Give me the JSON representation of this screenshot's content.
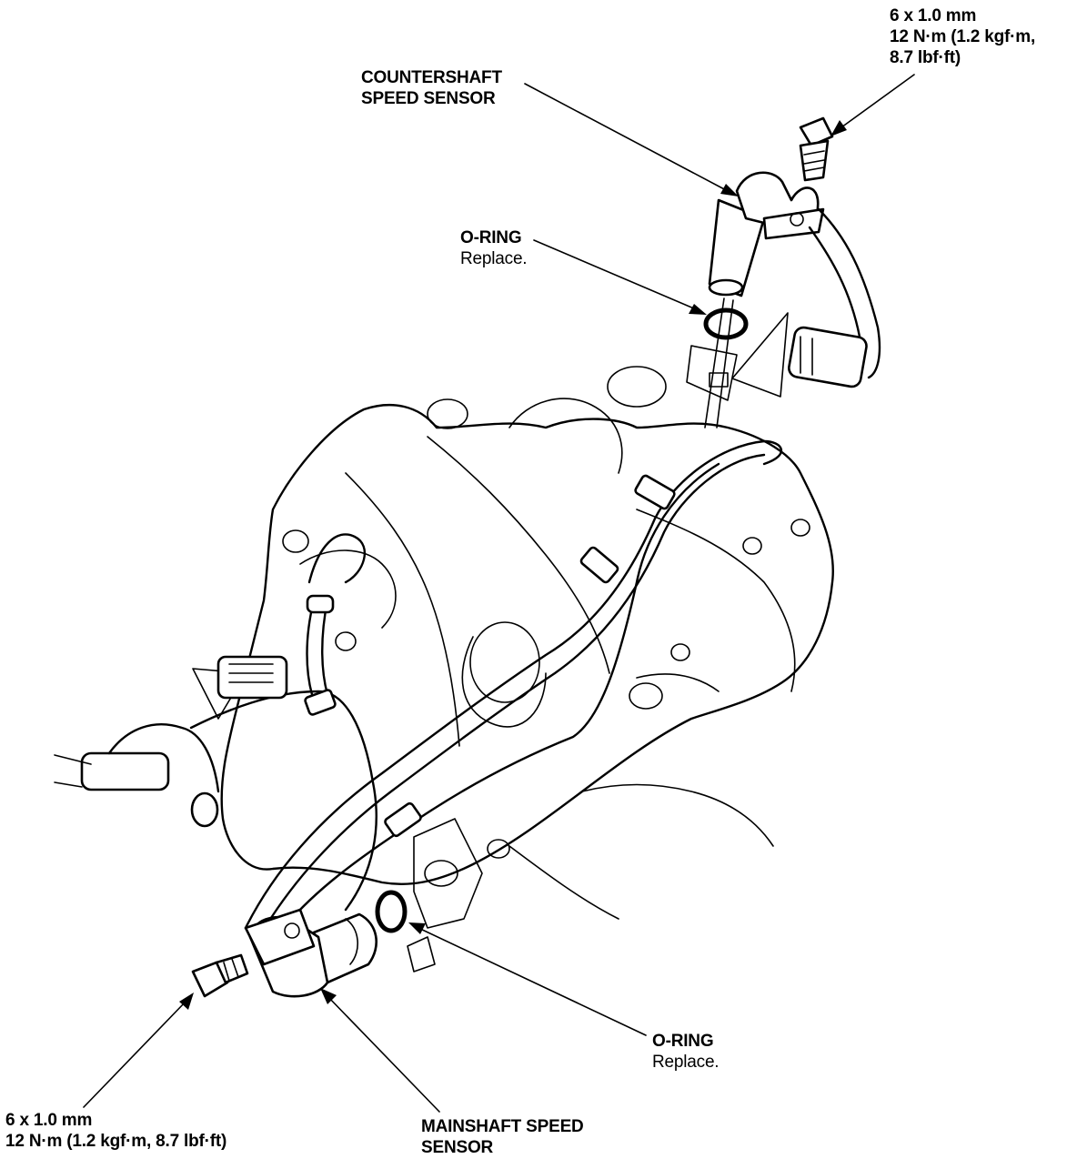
{
  "labels": {
    "top_bolt": {
      "line1": "6 x 1.0 mm",
      "line2": "12 N·m (1.2 kgf·m,",
      "line3": "8.7 lbf·ft)"
    },
    "countershaft": {
      "line1": "COUNTERSHAFT",
      "line2": "SPEED SENSOR"
    },
    "oring_top": {
      "title": "O-RING",
      "note": "Replace."
    },
    "oring_bottom": {
      "title": "O-RING",
      "note": "Replace."
    },
    "bottom_bolt": {
      "line1": "6 x 1.0 mm",
      "line2": "12 N·m (1.2 kgf·m, 8.7 lbf·ft)"
    },
    "mainshaft": {
      "line1": "MAINSHAFT SPEED",
      "line2": "SENSOR"
    }
  }
}
